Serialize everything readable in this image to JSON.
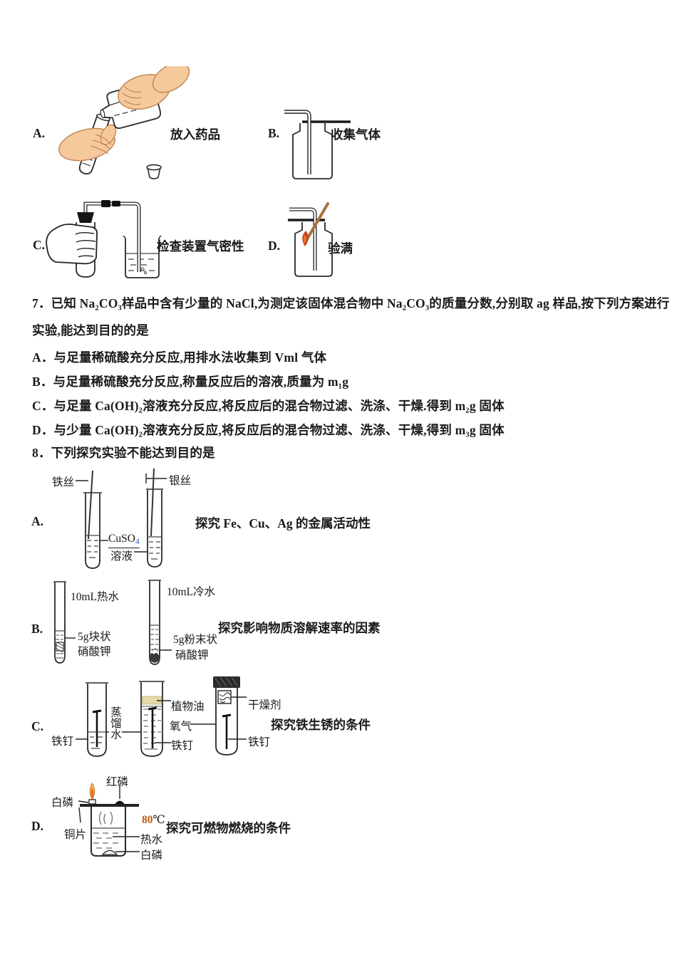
{
  "colors": {
    "paper": "#ffffff",
    "ink": "#1a1a1a",
    "skin": "#f6c99c",
    "skin_outline": "#c08a58",
    "red_label": "#b03028",
    "splint_wood": "#a9713a",
    "ember_outer": "#c8441a",
    "ember_inner": "#e87a3c",
    "oil_layer": "#e4d9a9",
    "temp_orange": "#c05a10",
    "cuso4_subscript_blue": "#3b68b5"
  },
  "q6": {
    "a": {
      "letter": "A.",
      "caption": "放入药品"
    },
    "b": {
      "letter": "B.",
      "caption": "收集气体"
    },
    "c": {
      "letter": "C.",
      "caption": "检查装置气密性"
    },
    "d": {
      "letter": "D.",
      "caption": "验满"
    }
  },
  "q7": {
    "line1": "7．已知 Na₂CO₃样品中含有少量的 NaCl,为测定该固体混合物中 Na₂CO₃的质量分数,分别取 ag 样品,按下列方案进行",
    "line2": "实验,能达到目的的是",
    "options": [
      "A．与足量稀硫酸充分反应,用排水法收集到 Vml 气体",
      "B．与足量稀硫酸充分反应,称量反应后的溶液,质量为 m₁g",
      "C．与足量 Ca(OH)₂溶液充分反应,将反应后的混合物过滤、洗涤、干燥.得到 m₂g 固体",
      "D．与少量 Ca(OH)₂溶液充分反应,将反应后的混合物过滤、洗涤、干燥,得到 m₃g 固体"
    ]
  },
  "q8": {
    "title": "8．下列探究实验不能达到目的是",
    "a": {
      "letter": "A.",
      "iron_wire": "铁丝",
      "silver_wire": "银丝",
      "cuso4": "CuSO",
      "cuso4_sub": "4",
      "solution": "溶液",
      "caption": "探究 Fe、Cu、Ag 的金属活动性"
    },
    "b": {
      "letter": "B.",
      "hot": "10mL热水",
      "cold": "10mL冷水",
      "lump_line1": "5g块状",
      "lump_line2": "硝酸钾",
      "powder_line1": "5g粉末状",
      "powder_line2": "硝酸钾",
      "caption": "探究影响物质溶解速率的因素"
    },
    "c": {
      "letter": "C.",
      "nail1": "铁钉",
      "distilled_water": "蒸馏水",
      "oil": "植物油",
      "oxygen": "氧气",
      "nail2": "铁钉",
      "desiccant": "干燥剂",
      "nail3": "铁钉",
      "caption": "探究铁生锈的条件"
    },
    "d": {
      "letter": "D.",
      "red_p": "红磷",
      "white_p_top": "白磷",
      "copper": "铜片",
      "temp_value": "80",
      "temp_unit": "℃",
      "hot_water": "热水",
      "white_p_bottom": "白磷",
      "caption": "探究可燃物燃烧的条件"
    }
  }
}
